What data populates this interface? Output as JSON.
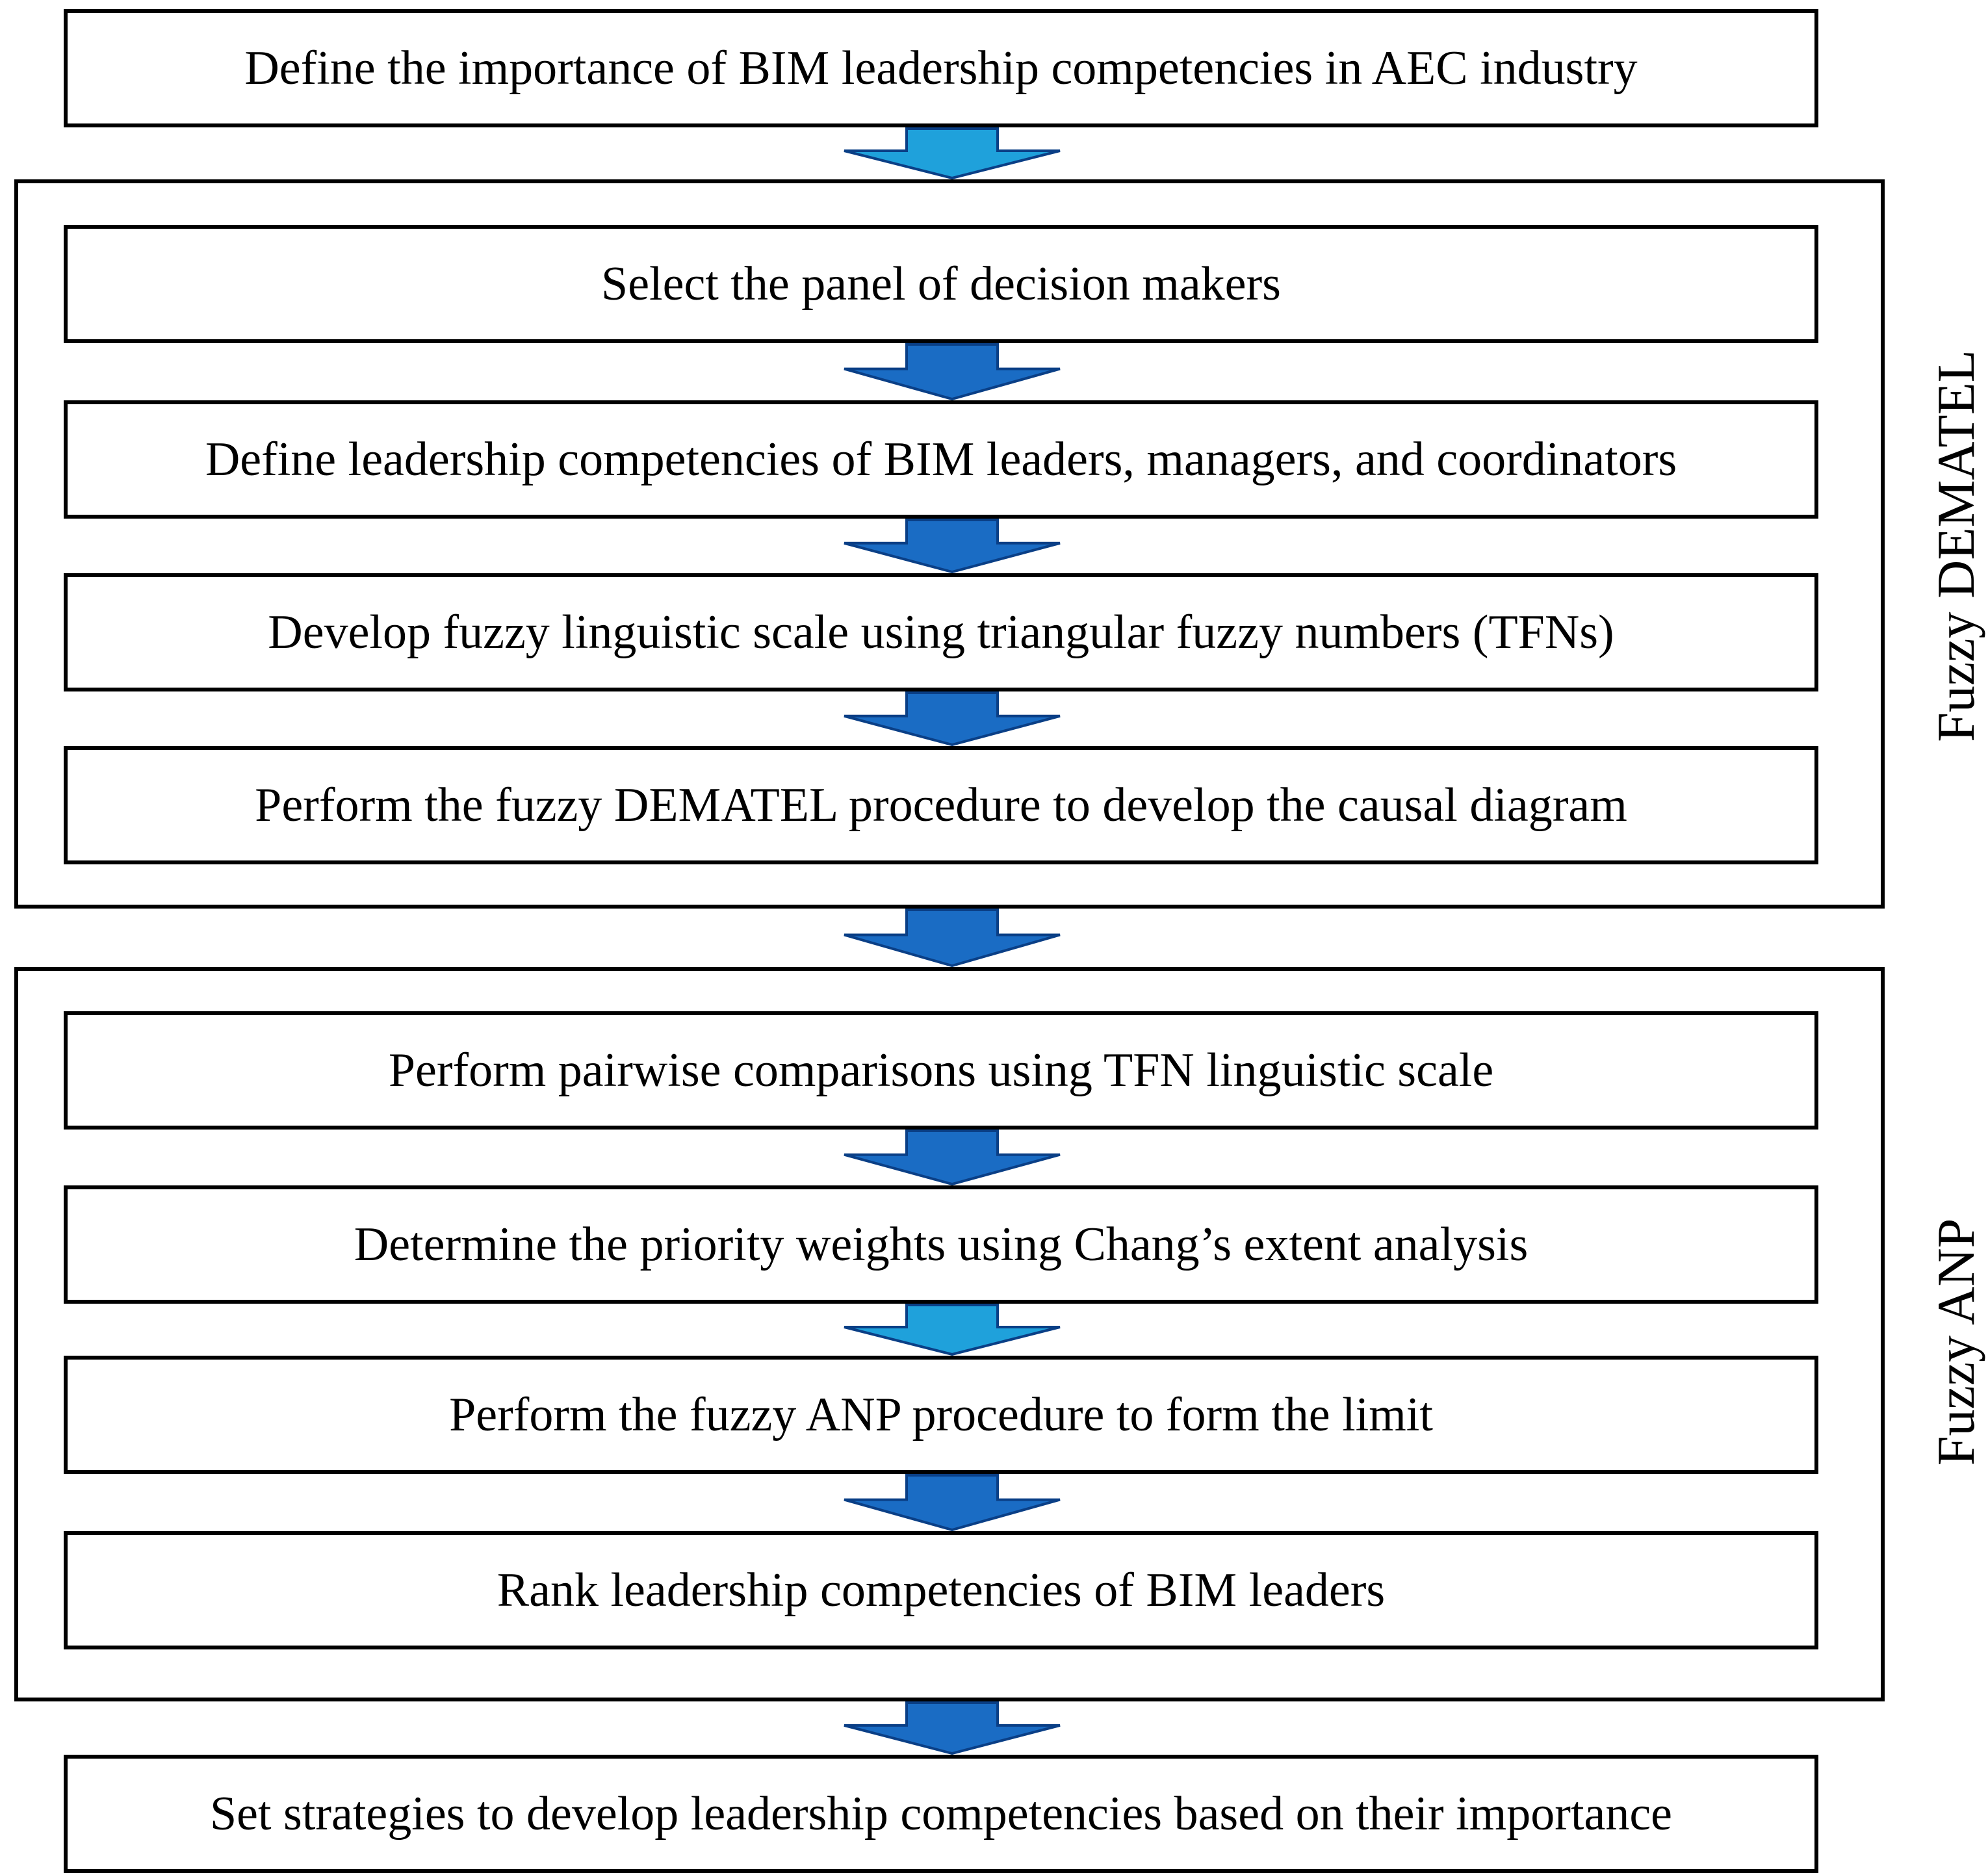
{
  "steps": {
    "s1": "Define the importance of BIM leadership competencies in AEC industry",
    "s2": "Select the panel of decision makers",
    "s3": "Define leadership competencies of BIM leaders, managers, and coordinators",
    "s4": "Develop fuzzy linguistic scale using triangular fuzzy numbers (TFNs)",
    "s5": "Perform the fuzzy DEMATEL procedure to develop the causal diagram",
    "s6": "Perform pairwise comparisons using TFN linguistic scale",
    "s7": "Determine the priority weights using Chang’s extent analysis",
    "s8": "Perform the fuzzy ANP procedure to form the limit",
    "s9": "Rank leadership competencies of BIM leaders",
    "s10": "Set strategies to develop leadership competencies based on their importance"
  },
  "groups": {
    "dematel": "Fuzzy DEMATEL",
    "anp": "Fuzzy ANP"
  },
  "colors": {
    "arrow_dark": "#1a6cc4",
    "arrow_light": "#1fa1db",
    "stroke": "#0a3f86"
  }
}
